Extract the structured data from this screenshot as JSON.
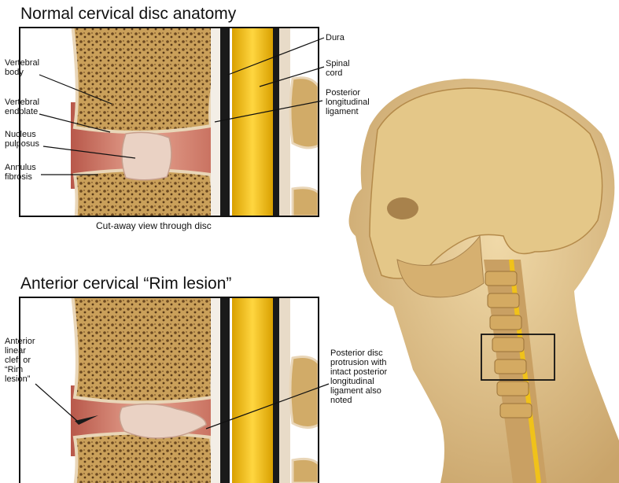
{
  "panel_top": {
    "title": "Normal cervical disc anatomy",
    "caption": "Cut-away view through disc",
    "labels": {
      "vertebral_body": "Vertebral\nbody",
      "vertebral_endplate": "Vertebral\nendplate",
      "nucleus_pulposus": "Nucleus\npulposus",
      "annulus_fibrosis": "Annulus\nfibrosis",
      "dura": "Dura",
      "spinal_cord": "Spinal\ncord",
      "posterior_longitudinal_ligament": "Posterior\nlongitudinal\nligament"
    }
  },
  "panel_bottom": {
    "title": "Anterior cervical “Rim lesion”",
    "labels": {
      "anterior_linear_cleft": "Anterior\nlinear\ncleft or\n“Rim\nlesion”",
      "posterior_disc_protrusion": "Posterior disc\nprotrusion with\nintact posterior\nlongitudinal\nligament also\nnoted"
    }
  },
  "colors": {
    "bone": "#c99a52",
    "bone_dark": "#7a5626",
    "disc": "#d98f7a",
    "nucleus": "#ead2c4",
    "cord": "#f0c21a",
    "dura": "#1a1a1a",
    "skin": "#d9b886"
  }
}
